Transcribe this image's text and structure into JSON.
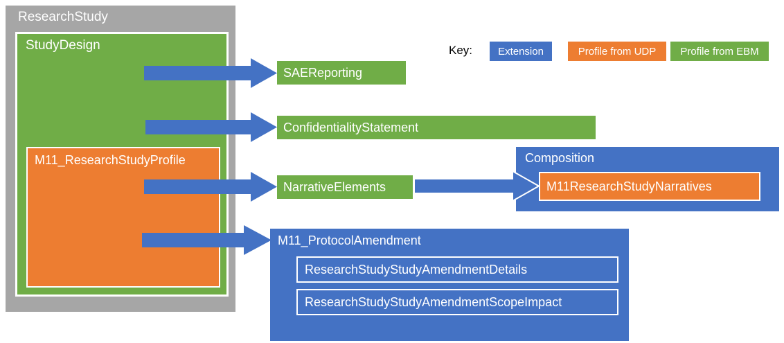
{
  "key": {
    "label": "Key:",
    "items": [
      {
        "label": "Extension",
        "color": "#4472C4"
      },
      {
        "label": "Profile from UDP",
        "color": "#ED7D31"
      },
      {
        "label": "Profile from EBM",
        "color": "#70AD47"
      }
    ]
  },
  "diagram": {
    "research_study": "ResearchStudy",
    "study_design": "StudyDesign",
    "m11_research_study_profile": "M11_ResearchStudyProfile",
    "sae_reporting": "SAEReporting",
    "confidentiality_statement": "ConfidentialityStatement",
    "narrative_elements": "NarrativeElements",
    "composition": {
      "label": "Composition",
      "narratives": "M11ResearchStudyNarratives"
    },
    "protocol_amendment": {
      "label": "M11_ProtocolAmendment",
      "children": [
        "ResearchStudyStudyAmendmentDetails",
        "ResearchStudyStudyAmendmentScopeImpact"
      ]
    }
  },
  "colors": {
    "extension_blue": "#4472C4",
    "udp_orange": "#ED7D31",
    "ebm_green": "#70AD47",
    "container_gray": "#A6A6A6"
  }
}
